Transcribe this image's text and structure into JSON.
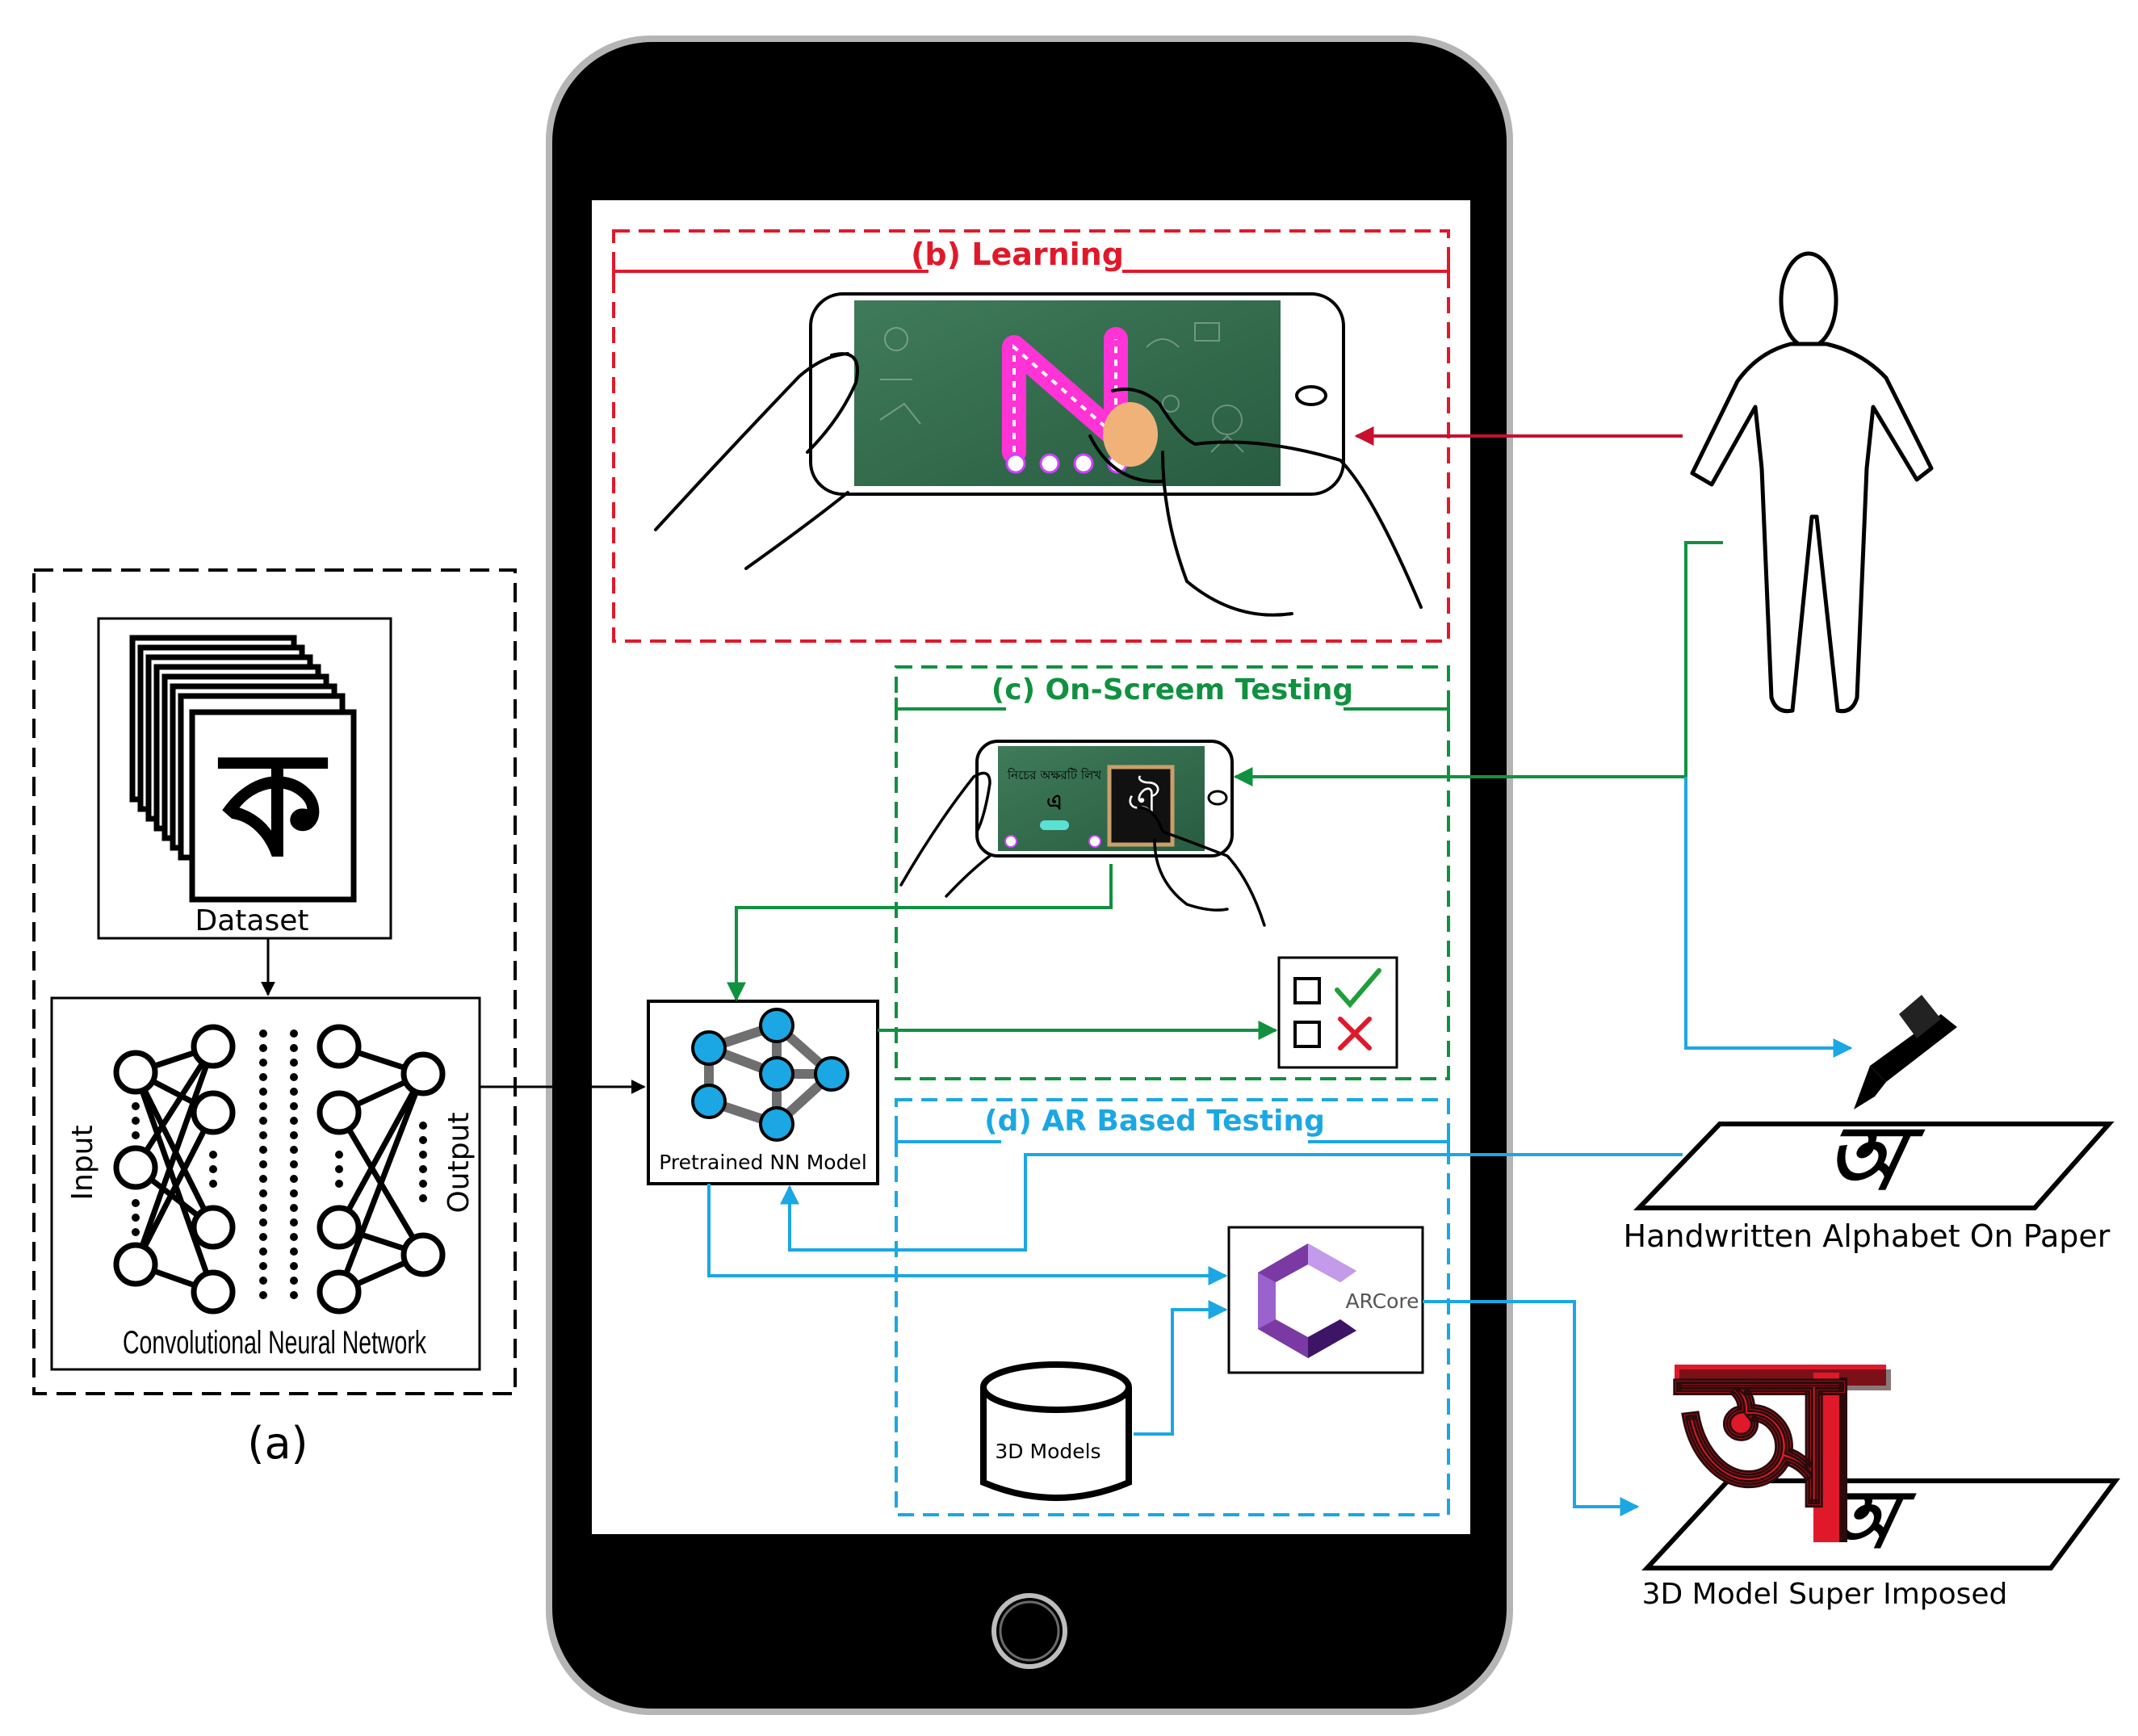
{
  "panel_a": {
    "dataset_glyph": "ক",
    "dataset_label": "Dataset",
    "cnn_input_label": "Input",
    "cnn_output_label": "Output",
    "cnn_label": "Convolutional Neural Network",
    "caption": "(a)"
  },
  "panel_b": {
    "title": "(b) Learning",
    "tablet_letter": "N"
  },
  "panel_c": {
    "title": "(c) On-Screem Testing",
    "tablet_text": "নিচের অক্ষরটি লিখ",
    "tablet_glyph": "এ",
    "tablet_written": "ঐ"
  },
  "panel_d": {
    "title": "(d) AR Based Testing",
    "arcore_label": "ARCore",
    "models_label": "3D Models"
  },
  "model_box": {
    "label": "Pretrained NN Model"
  },
  "right": {
    "paper_glyph": "অ",
    "paper_label": "Handwritten Alphabet On Paper",
    "superimposed_glyph": "অ",
    "superimposed_label": "3D Model Super Imposed"
  },
  "colors": {
    "learning": "#e0192a",
    "on_screen": "#109140",
    "ar": "#1ba7e3",
    "node": "#1ba7e3",
    "arcore_purple": "#7b3aa3",
    "check": "#1f9e3a",
    "cross": "#e0192a"
  }
}
